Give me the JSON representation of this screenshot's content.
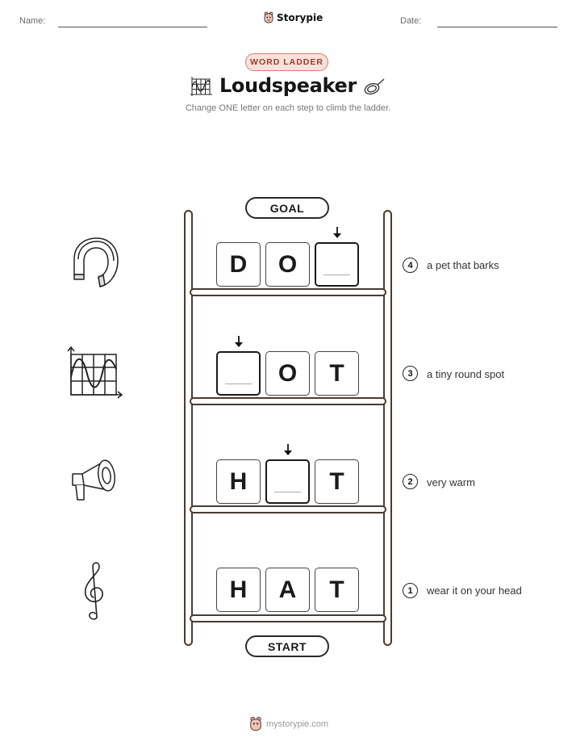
{
  "header": {
    "name_label": "Name:",
    "date_label": "Date:",
    "brand": "Storypie"
  },
  "badge": "WORD LADDER",
  "title": "Loudspeaker",
  "subtitle": "Change ONE letter on each step to climb the ladder.",
  "ladder": {
    "goal_label": "GOAL",
    "start_label": "START",
    "rungs": [
      {
        "step": "4",
        "letters": [
          "D",
          "O",
          ""
        ],
        "clue": "a pet that barks",
        "icon": "magnet-icon"
      },
      {
        "step": "3",
        "letters": [
          "",
          "O",
          "T"
        ],
        "clue": "a tiny round spot",
        "icon": "sine-wave-graph-icon"
      },
      {
        "step": "2",
        "letters": [
          "H",
          "",
          "T"
        ],
        "clue": "very warm",
        "icon": "megaphone-icon"
      },
      {
        "step": "1",
        "letters": [
          "H",
          "A",
          "T"
        ],
        "clue": "wear it on your head",
        "icon": "treble-clef-icon"
      }
    ]
  },
  "footer": {
    "site": "mystorypie.com"
  }
}
